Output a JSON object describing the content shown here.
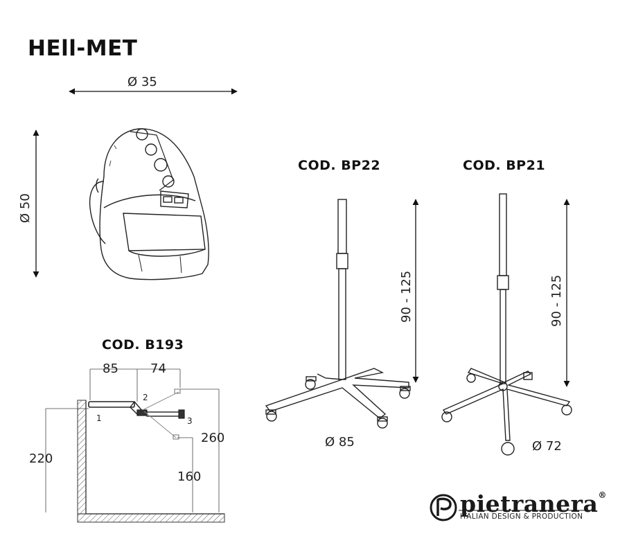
{
  "title": "HEll-MET",
  "helmet": {
    "width_dim": "Ø 35",
    "height_dim": "Ø 50"
  },
  "bp22": {
    "code": "COD. BP22",
    "height_dim": "90 - 125",
    "base_dim": "Ø 85"
  },
  "bp21": {
    "code": "COD. BP21",
    "height_dim": "90 - 125",
    "base_dim": "Ø 72"
  },
  "b193": {
    "code": "COD. B193",
    "dims": {
      "a": "85",
      "b": "74",
      "c": "220",
      "d": "260",
      "e": "160"
    },
    "joints": {
      "j1": "1",
      "j2": "2",
      "j3": "3"
    }
  },
  "logo": {
    "name": "pietranera",
    "registered": "®",
    "tagline": "ITALIAN DESIGN & PRODUCTION"
  }
}
